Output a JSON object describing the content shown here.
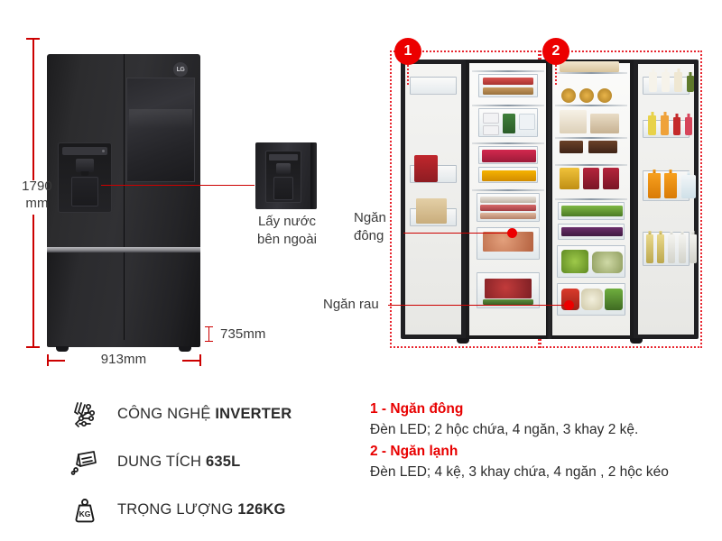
{
  "product": {
    "brand": "LG",
    "type": "side-by-side-refrigerator"
  },
  "dimensions": {
    "height_label": "1790\nmm",
    "height_value": "1790 mm",
    "width_label": "913mm",
    "depth_label": "735mm"
  },
  "callouts": {
    "dispenser": {
      "caption": "Lấy nước\nbên ngoài"
    },
    "freezer": {
      "label": "Ngăn\nđông"
    },
    "vegetable": {
      "label": "Ngăn rau"
    }
  },
  "badges": [
    {
      "number": "1"
    },
    {
      "number": "2"
    }
  ],
  "specs": [
    {
      "icon": "inverter-circuit-icon",
      "label": "CÔNG NGHỆ ",
      "value": "INVERTER"
    },
    {
      "icon": "capacity-box-icon",
      "label": "DUNG TÍCH ",
      "value": "635L"
    },
    {
      "icon": "weight-kg-icon",
      "label": "TRỌNG LƯỢNG ",
      "value": "126KG"
    }
  ],
  "legend": [
    {
      "heading": "1 - Ngăn đông",
      "body": "Đèn LED; 2 hộc chứa, 4 ngăn, 3 khay 2 kệ."
    },
    {
      "heading": "2 - Ngăn lạnh",
      "body": "Đèn LED; 4 kệ, 3 khay chứa, 4 ngăn , 2 hộc kéo"
    }
  ],
  "colors": {
    "accent_red": "#ec0000",
    "dimension_red": "#cc0000",
    "dotted_red": "#e8262f",
    "text_dark": "#2b2b2b"
  }
}
